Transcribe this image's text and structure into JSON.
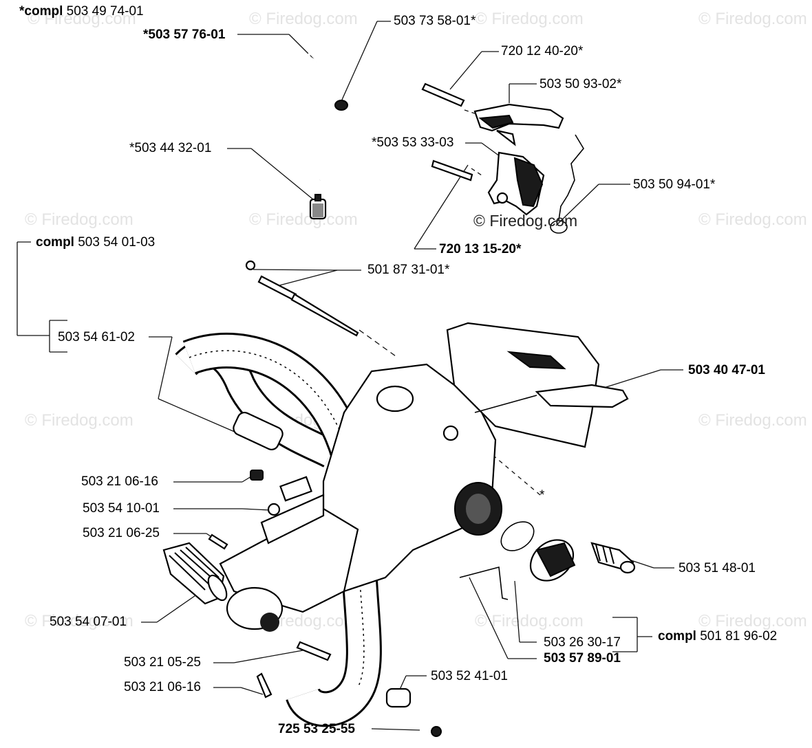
{
  "watermark_text": "© Firedog.com",
  "copyright_text": "© Firedog.com",
  "labels": {
    "l1": {
      "prefix": "*compl",
      "number": "503 49 74-01"
    },
    "l2": {
      "number": "*503 57 76-01"
    },
    "l3": {
      "number": "503 73 58-01*"
    },
    "l4": {
      "number": "720 12 40-20*"
    },
    "l5": {
      "number": "503 50 93-02*"
    },
    "l6": {
      "number": "*503 53 33-03"
    },
    "l7": {
      "number": "*503 44 32-01"
    },
    "l8": {
      "number": "503 50 94-01*"
    },
    "l9": {
      "number": "720 13 15-20*"
    },
    "l10": {
      "prefix": "compl",
      "number": "503 54 01-03"
    },
    "l11": {
      "number": "501 87 31-01*"
    },
    "l12": {
      "number": "503 54 61-02"
    },
    "l13": {
      "number": "503 40 47-01"
    },
    "l14": {
      "number": "503 21 06-16"
    },
    "l15": {
      "number": "503 54 10-01"
    },
    "l16": {
      "number": "503 21 06-25"
    },
    "l17": {
      "number": "*"
    },
    "l18": {
      "number": "503 51 48-01"
    },
    "l19": {
      "number": "503 54 07-01"
    },
    "l20": {
      "prefix": "compl",
      "number": "501 81 96-02"
    },
    "l21": {
      "number": "503 26 30-17"
    },
    "l22": {
      "number": "503 57 89-01"
    },
    "l23": {
      "number": "503 21 05-25"
    },
    "l24": {
      "number": "503 21 06-16"
    },
    "l25": {
      "number": "503 52 41-01"
    },
    "l26": {
      "number": "725 53 25-55"
    }
  }
}
